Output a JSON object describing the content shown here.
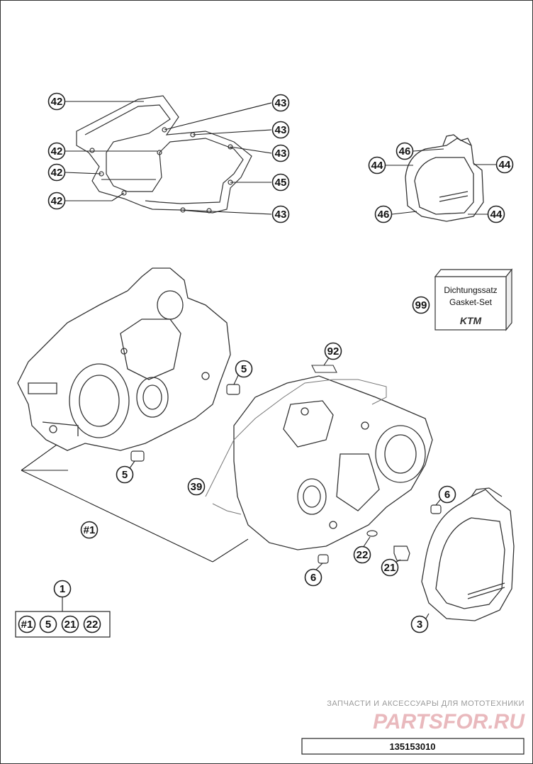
{
  "diagram": {
    "callouts": {
      "g42a": "42",
      "g42b": "42",
      "g42c": "42",
      "g42d": "42",
      "g43a": "43",
      "g43b": "43",
      "g43c": "43",
      "g43d": "43",
      "g45": "45",
      "c46a": "46",
      "c46b": "46",
      "c44a": "44",
      "c44b": "44",
      "c44c": "44",
      "k99": "99",
      "k92": "92",
      "p5a": "5",
      "p5b": "5",
      "p39": "39",
      "p6a": "6",
      "p6b": "6",
      "p22": "22",
      "p21": "21",
      "p3": "3",
      "hash1": "#1"
    },
    "gasket_set_box": {
      "line1": "Dichtungssatz",
      "line2": "Gasket-Set",
      "logo": "KTM"
    },
    "kit": {
      "top_label": "1",
      "items": [
        "#1",
        "5",
        "21",
        "22"
      ]
    },
    "watermark": {
      "line1": "ЗАПЧАСТИ И АКСЕССУАРЫ ДЛЯ МОТОТЕХНИКИ",
      "line2": "PARTSFOR.RU"
    },
    "drawing_code": "135153010"
  },
  "colors": {
    "line": "#222222",
    "watermark_red": "#e9b9bd",
    "watermark_gray": "#9a9a9a"
  }
}
